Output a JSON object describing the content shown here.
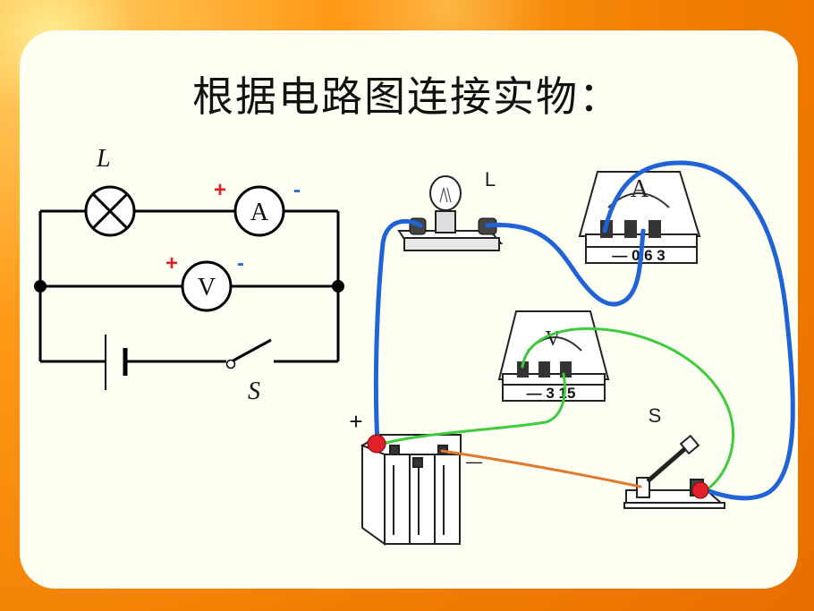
{
  "title": "根据电路图连接实物：",
  "schematic": {
    "lamp_label": "L",
    "ammeter_symbol": "A",
    "voltmeter_symbol": "V",
    "ammeter_plus": "+",
    "ammeter_minus": "-",
    "voltmeter_plus": "+",
    "voltmeter_minus": "-",
    "switch_label": "S"
  },
  "physical": {
    "lamp_label": "L",
    "ammeter_symbol": "A",
    "ammeter_scale": "— 0.6 3",
    "voltmeter_symbol": "V",
    "voltmeter_scale": "— 3 15",
    "battery_plus": "+",
    "battery_minus": "—",
    "switch_label": "S"
  },
  "colors": {
    "wire_blue": "#1f63d6",
    "wire_green": "#3ccc3c",
    "wire_orange": "#e07a2a",
    "terminal_red": "#e0202a",
    "sign_red": "#e02020",
    "sign_blue": "#2a6cd8"
  }
}
